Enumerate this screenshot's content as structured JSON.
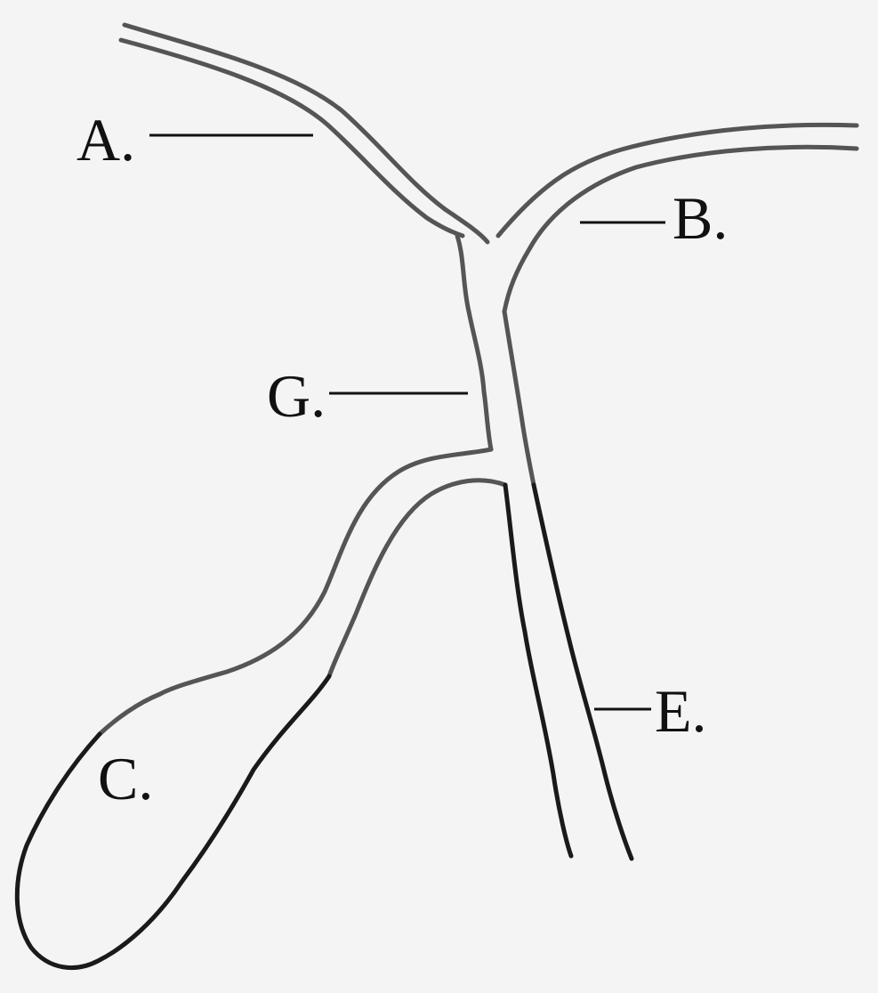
{
  "labels": {
    "a": "A.",
    "b": "B.",
    "c": "C.",
    "e": "E.",
    "g": "G."
  },
  "colors": {
    "background": "#f4f4f4",
    "duct_outline_light": "#555555",
    "duct_outline_dark": "#1a1a1a",
    "text": "#111111"
  }
}
